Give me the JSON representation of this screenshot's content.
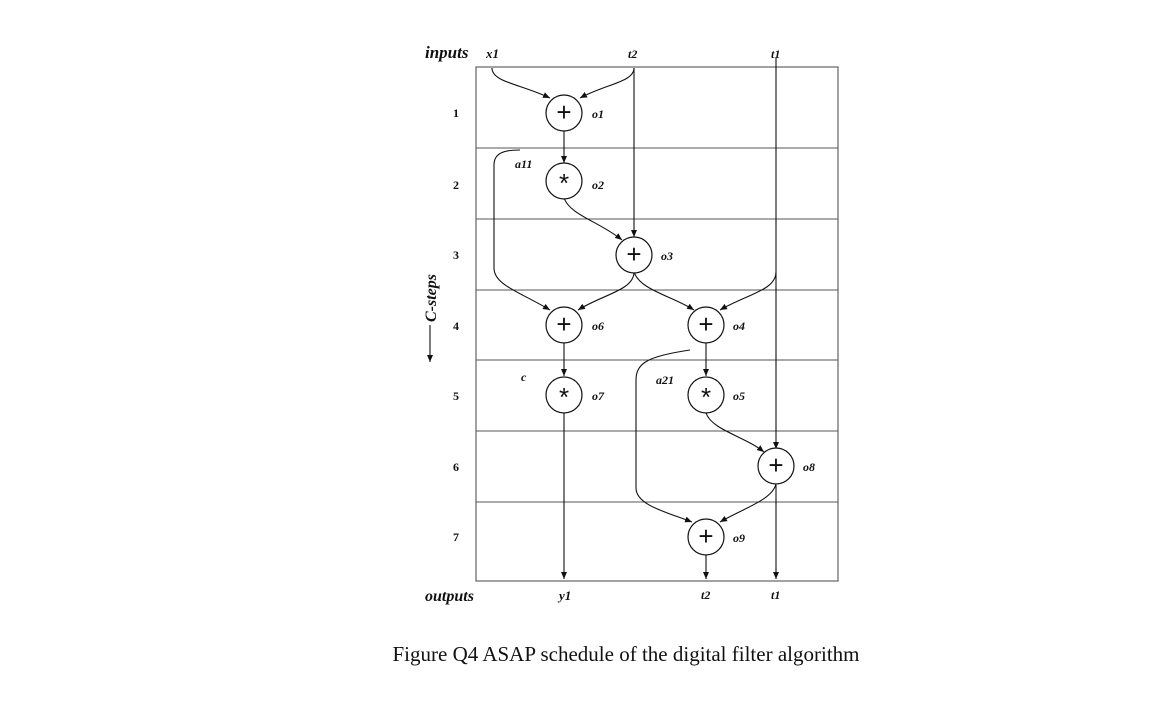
{
  "header": {
    "inputs_label": "inputs",
    "outputs_label": "outputs",
    "axis_label": "C-steps"
  },
  "steps": [
    "1",
    "2",
    "3",
    "4",
    "5",
    "6",
    "7"
  ],
  "inputs": [
    {
      "id": "x1",
      "label": "x1"
    },
    {
      "id": "t2in",
      "label": "t2"
    },
    {
      "id": "t1in",
      "label": "t1"
    }
  ],
  "outputs": [
    {
      "id": "y1",
      "label": "y1"
    },
    {
      "id": "t2out",
      "label": "t2"
    },
    {
      "id": "t1out",
      "label": "t1"
    }
  ],
  "operations": [
    {
      "id": "o1",
      "label": "o1",
      "symbol": "+"
    },
    {
      "id": "o2",
      "label": "o2",
      "symbol": "*"
    },
    {
      "id": "o3",
      "label": "o3",
      "symbol": "+"
    },
    {
      "id": "o6",
      "label": "o6",
      "symbol": "+"
    },
    {
      "id": "o4",
      "label": "o4",
      "symbol": "+"
    },
    {
      "id": "o7",
      "label": "o7",
      "symbol": "*"
    },
    {
      "id": "o5",
      "label": "o5",
      "symbol": "*"
    },
    {
      "id": "o8",
      "label": "o8",
      "symbol": "+"
    },
    {
      "id": "o9",
      "label": "o9",
      "symbol": "+"
    }
  ],
  "constants": [
    {
      "id": "a11",
      "label": "a11"
    },
    {
      "id": "c",
      "label": "c"
    },
    {
      "id": "a21",
      "label": "a21"
    }
  ],
  "caption": "Figure Q4 ASAP schedule of the digital filter algorithm"
}
